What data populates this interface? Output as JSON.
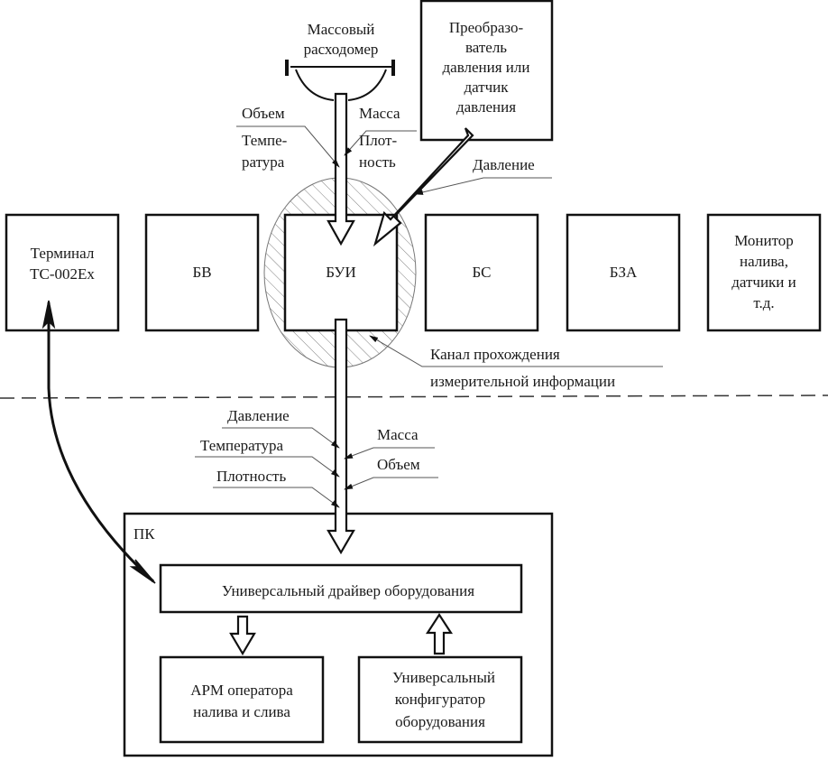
{
  "diagram": {
    "top_devices": {
      "mass_flowmeter": [
        "Массовый",
        "расходомер"
      ],
      "pressure_transducer": [
        "Преобразо-",
        "ватель",
        "давления или",
        "датчик",
        "давления"
      ]
    },
    "flow_labels_top": {
      "volume": "Объем",
      "temperature": [
        "Темпе-",
        "ратура"
      ],
      "mass": "Масса",
      "density": [
        "Плот-",
        "ность"
      ],
      "pressure": "Давление"
    },
    "blocks": {
      "terminal": [
        "Терминал",
        "ТС-002Ex"
      ],
      "bv": "БВ",
      "bui": "БУИ",
      "bs": "БС",
      "bza": "БЗА",
      "monitor": [
        "Монитор",
        "налива,",
        "датчики и",
        "т.д."
      ]
    },
    "channel_label": [
      "Канал прохождения",
      "измерительной информации"
    ],
    "flow_labels_bottom": {
      "pressure": "Давление",
      "temperature": "Температура",
      "density": "Плотность",
      "mass": "Масса",
      "volume": "Объем"
    },
    "pc": {
      "label": "ПК",
      "driver": "Универсальный драйвер оборудования",
      "arm": [
        "АРМ оператора",
        "налива и слива"
      ],
      "configurator": [
        "Универсальный",
        "конфигуратор",
        "оборудования"
      ]
    },
    "colors": {
      "stroke": "#111111",
      "hatch": "#777777",
      "dash": "#333333"
    }
  }
}
